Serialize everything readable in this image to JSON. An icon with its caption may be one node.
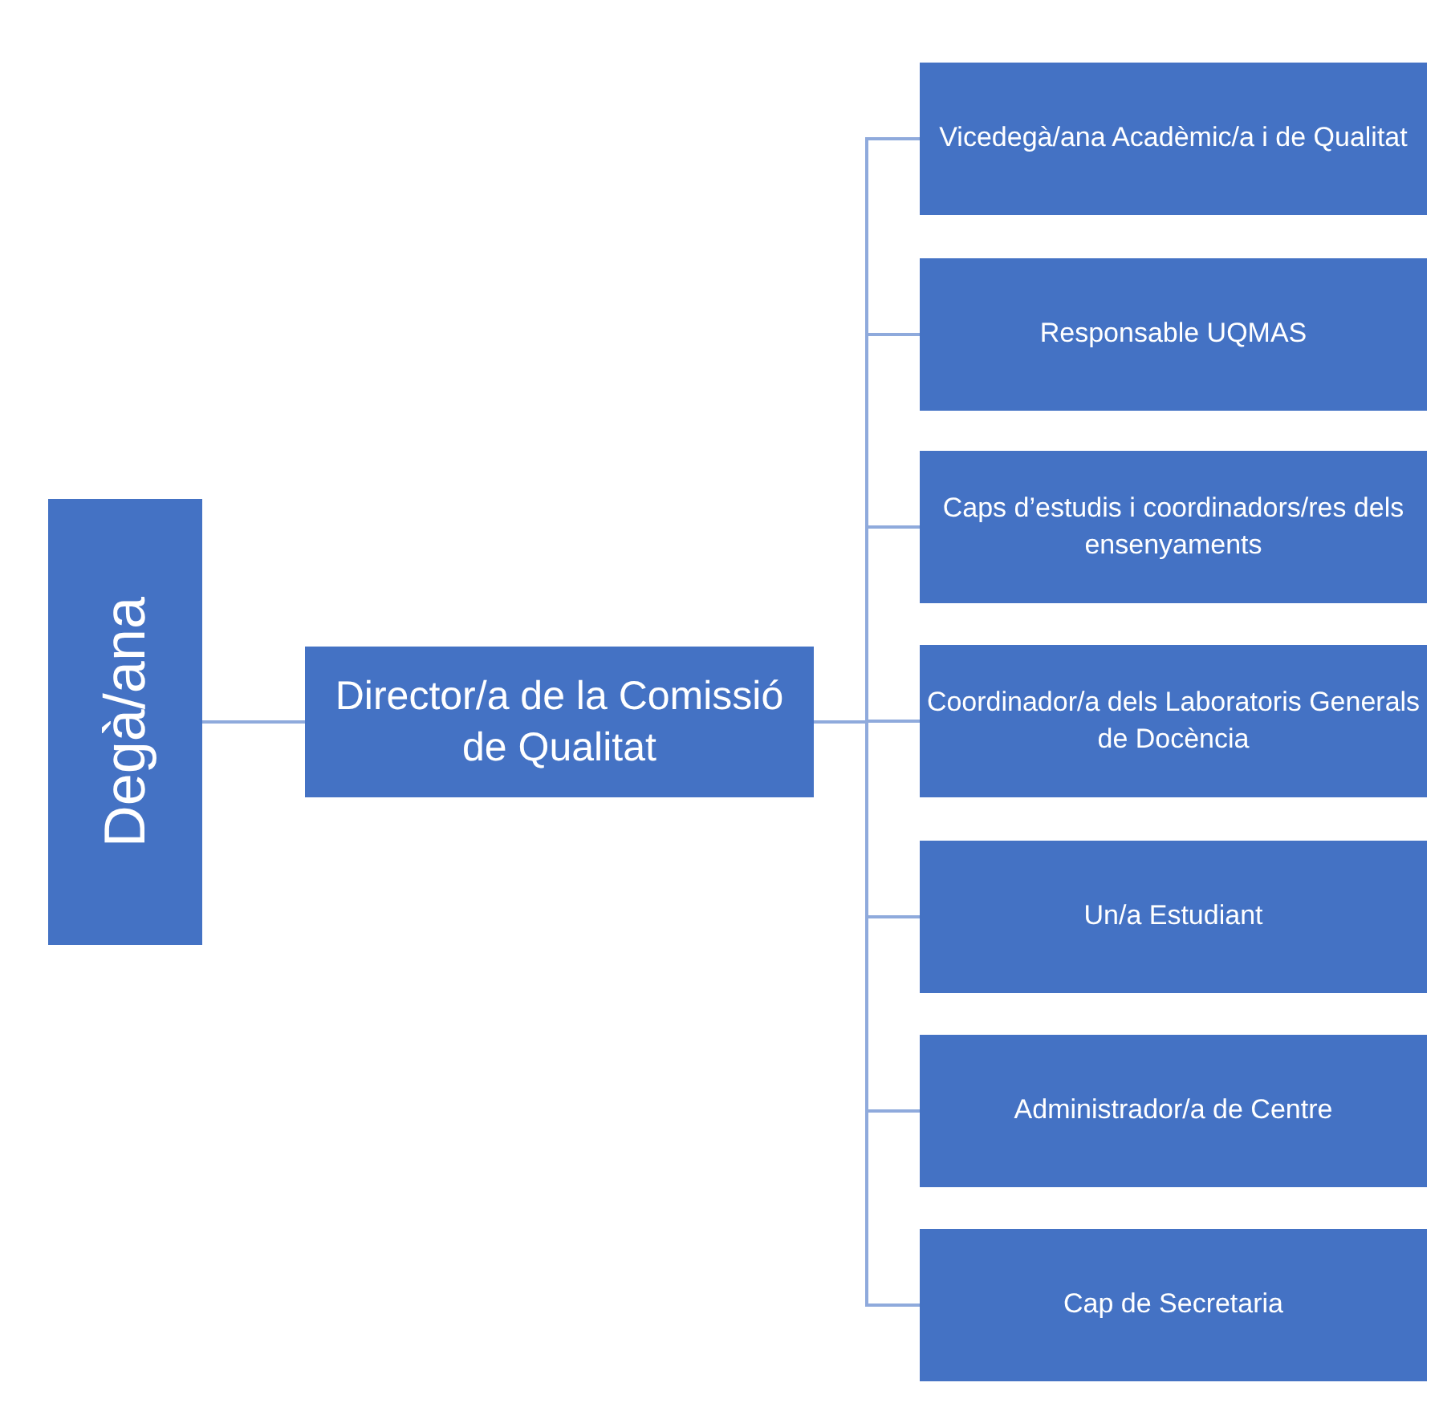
{
  "diagram": {
    "nodes": [
      {
        "text": [
          "Degà/ana"
        ]
      },
      {
        "text": [
          "Director/a de la Comissió de Qualitat"
        ]
      },
      {
        "text": [
          "Vicedegà/ana Acadèmic/a i de Qualitat"
        ]
      },
      {
        "text": [
          "Responsable UQMAS"
        ]
      },
      {
        "text": [
          "Caps d’estudis i coordinadors/res dels ensenyaments"
        ]
      },
      {
        "text": [
          "Coordinador/a dels Laboratoris Generals de Docència"
        ]
      },
      {
        "text": [
          "Un/a Estudiant"
        ]
      },
      {
        "text": [
          "Administrador/a de Centre"
        ]
      },
      {
        "text": [
          "Cap de Secretaria"
        ]
      }
    ],
    "edges": [
      {
        "from": 0,
        "to": 1,
        "arrow": "none"
      },
      {
        "from": 1,
        "to": 2,
        "arrow": "none"
      },
      {
        "from": 1,
        "to": 3,
        "arrow": "none"
      },
      {
        "from": 1,
        "to": 4,
        "arrow": "none"
      },
      {
        "from": 1,
        "to": 5,
        "arrow": "none"
      },
      {
        "from": 1,
        "to": 6,
        "arrow": "none"
      },
      {
        "from": 1,
        "to": 7,
        "arrow": "none"
      },
      {
        "from": 1,
        "to": 8,
        "arrow": "none"
      }
    ]
  }
}
